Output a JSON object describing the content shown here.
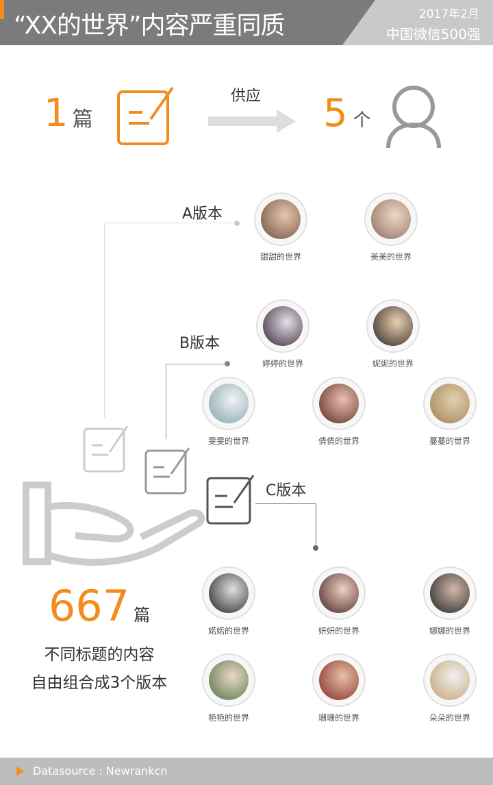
{
  "header": {
    "title": "“XX的世界”内容严重同质",
    "date": "2017年2月",
    "subtitle": "中国微信500强"
  },
  "supply": {
    "count": "1",
    "unit": "篇",
    "arrow_label": "供应",
    "accounts": "5",
    "accounts_unit": "个"
  },
  "versions": [
    {
      "label": "A版本",
      "accounts": [
        "甜甜的世界",
        "美美的世界"
      ]
    },
    {
      "label": "B版本",
      "accounts": [
        "婷婷的世界",
        "妮妮的世界",
        "雯雯的世界",
        "倩倩的世界",
        "蔓蔓的世界"
      ]
    },
    {
      "label": "C版本",
      "accounts": [
        "婼婼的世界",
        "妍妍的世界",
        "娜娜的世界",
        "艳艳的世界",
        "珊珊的世界",
        "朵朵的世界"
      ]
    }
  ],
  "summary": {
    "number": "667",
    "unit": "篇",
    "line1": "不同标题的内容",
    "line2": "自由组合成3个版本"
  },
  "footer": {
    "text": "Datasource : Newrankcn"
  },
  "colors": {
    "accent": "#f28c1c",
    "header": "#7b7b7b"
  }
}
